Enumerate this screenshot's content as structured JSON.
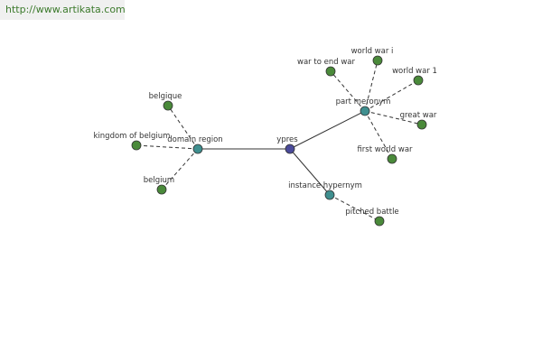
{
  "url": "http://www.artikata.com",
  "colors": {
    "root": "#4a4a9a",
    "relation": "#3f8f8f",
    "leaf": "#4a8a3a",
    "url_text": "#3c7a2c"
  },
  "nodes": [
    {
      "id": "ypres",
      "label": "ypres",
      "kind": "root"
    },
    {
      "id": "domain_region",
      "label": "domain region",
      "kind": "relation"
    },
    {
      "id": "part_meronym",
      "label": "part meronym",
      "kind": "relation"
    },
    {
      "id": "instance_hypernym",
      "label": "instance hypernym",
      "kind": "relation"
    },
    {
      "id": "belgique",
      "label": "belgique",
      "kind": "leaf"
    },
    {
      "id": "kingdom_of_belgium",
      "label": "kingdom of belgium",
      "kind": "leaf"
    },
    {
      "id": "belgium",
      "label": "belgium",
      "kind": "leaf"
    },
    {
      "id": "war_to_end_war",
      "label": "war to end war",
      "kind": "leaf"
    },
    {
      "id": "world_war_i",
      "label": "world war i",
      "kind": "leaf"
    },
    {
      "id": "world_war_1",
      "label": "world war 1",
      "kind": "leaf"
    },
    {
      "id": "great_war",
      "label": "great war",
      "kind": "leaf"
    },
    {
      "id": "first_world_war",
      "label": "first world war",
      "kind": "leaf"
    },
    {
      "id": "pitched_battle",
      "label": "pitched battle",
      "kind": "leaf"
    }
  ],
  "edges": [
    {
      "from": "ypres",
      "to": "domain_region",
      "style": "solid"
    },
    {
      "from": "ypres",
      "to": "part_meronym",
      "style": "solid"
    },
    {
      "from": "ypres",
      "to": "instance_hypernym",
      "style": "solid"
    },
    {
      "from": "domain_region",
      "to": "belgique",
      "style": "dashed"
    },
    {
      "from": "domain_region",
      "to": "kingdom_of_belgium",
      "style": "dashed"
    },
    {
      "from": "domain_region",
      "to": "belgium",
      "style": "dashed"
    },
    {
      "from": "part_meronym",
      "to": "war_to_end_war",
      "style": "dashed"
    },
    {
      "from": "part_meronym",
      "to": "world_war_i",
      "style": "dashed"
    },
    {
      "from": "part_meronym",
      "to": "world_war_1",
      "style": "dashed"
    },
    {
      "from": "part_meronym",
      "to": "great_war",
      "style": "dashed"
    },
    {
      "from": "part_meronym",
      "to": "first_world_war",
      "style": "dashed"
    },
    {
      "from": "instance_hypernym",
      "to": "pitched_battle",
      "style": "dashed"
    }
  ]
}
